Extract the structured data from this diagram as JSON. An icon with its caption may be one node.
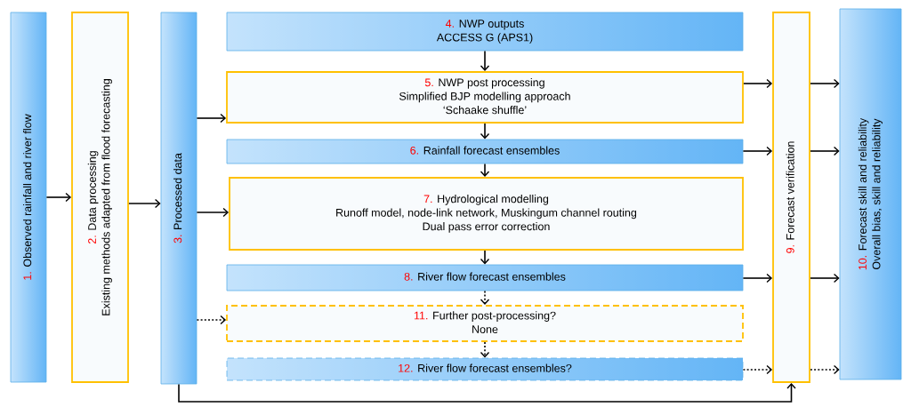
{
  "diagram": {
    "nodes": [
      {
        "text": [
          "1.",
          "Observed rainfall and river flow"
        ]
      },
      {
        "text": [
          "2.",
          "Data processing",
          "Existing methods adapted from flood forecasting"
        ]
      },
      {
        "text": [
          "3.",
          "Processed data"
        ]
      },
      {
        "text": [
          "4.",
          "NWP outputs",
          "ACCESS G (APS1)"
        ]
      },
      {
        "text": [
          "5.",
          "NWP post processing",
          "Simplified BJP modelling approach",
          "‘Schaake shuffle’"
        ]
      },
      {
        "text": [
          "6.",
          "Rainfall forecast ensembles"
        ]
      },
      {
        "text": [
          "7.",
          "Hydrological modelling",
          "Runoff model, node-link network, Muskingum channel routing",
          "Dual pass error correction"
        ]
      },
      {
        "text": [
          "8.",
          "River flow forecast ensembles"
        ]
      },
      {
        "text": [
          "11.",
          "Further post-processing?",
          "None"
        ]
      },
      {
        "text": [
          "12.",
          "River flow forecast ensembles?"
        ]
      },
      {
        "text": [
          "9.",
          "Forecast verification"
        ]
      },
      {
        "text": [
          "10.",
          "Forecast skill and reliability",
          "Overall bias, skill and reliability"
        ]
      }
    ],
    "edges": [
      {
        "from": 0,
        "to": 1,
        "arrow": "to"
      },
      {
        "from": 1,
        "to": 2,
        "arrow": "to"
      },
      {
        "from": 2,
        "to": 4,
        "arrow": "to"
      },
      {
        "from": 2,
        "to": 6,
        "arrow": "to"
      },
      {
        "from": 2,
        "to": 8,
        "arrow": "to",
        "style": "dashed"
      },
      {
        "from": 2,
        "to": 10,
        "arrow": "to"
      },
      {
        "from": 3,
        "to": 4,
        "arrow": "to"
      },
      {
        "from": 4,
        "to": 5,
        "arrow": "to"
      },
      {
        "from": 5,
        "to": 6,
        "arrow": "to"
      },
      {
        "from": 6,
        "to": 7,
        "arrow": "to"
      },
      {
        "from": 7,
        "to": 8,
        "arrow": "to",
        "style": "dashed"
      },
      {
        "from": 8,
        "to": 9,
        "arrow": "to",
        "style": "dashed"
      },
      {
        "from": 4,
        "to": 10,
        "arrow": "to"
      },
      {
        "from": 5,
        "to": 10,
        "arrow": "to"
      },
      {
        "from": 7,
        "to": 10,
        "arrow": "to"
      },
      {
        "from": 9,
        "to": 10,
        "arrow": "to",
        "style": "dashed"
      },
      {
        "from": 10,
        "to": 11,
        "arrow": "to"
      },
      {
        "from": 10,
        "to": 11,
        "arrow": "to"
      },
      {
        "from": 10,
        "to": 11,
        "arrow": "to"
      },
      {
        "from": 10,
        "to": 11,
        "arrow": "to",
        "style": "dashed"
      }
    ]
  }
}
